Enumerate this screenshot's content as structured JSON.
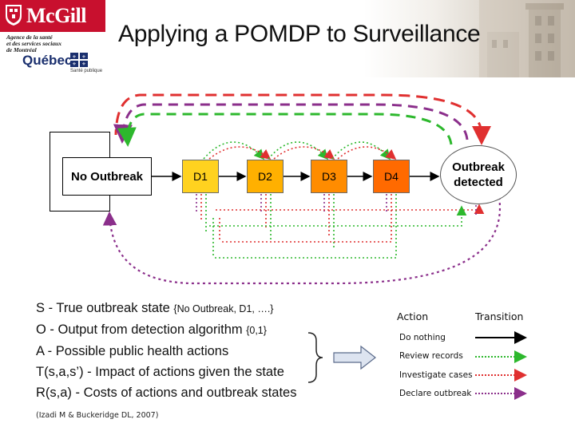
{
  "header": {
    "title": "Applying a POMDP to Surveillance",
    "logos": {
      "university": "McGill",
      "agency_lines": [
        "Agence de la santé",
        "et des services sociaux",
        "de Montréal"
      ],
      "province": "Québec",
      "program": "Santé publique"
    }
  },
  "diagram": {
    "states": [
      {
        "label": "No Outbreak",
        "color": "#ffffff"
      },
      {
        "label": "D1",
        "color": "#ffd21f"
      },
      {
        "label": "D2",
        "color": "#ffb000"
      },
      {
        "label": "D3",
        "color": "#ff8c00"
      },
      {
        "label": "D4",
        "color": "#ff6a00"
      },
      {
        "label_lines": [
          "Outbreak",
          "detected"
        ],
        "color": "#ffffff"
      }
    ]
  },
  "definitions": [
    {
      "main": "S - True outbreak state ",
      "detail": "{No Outbreak, D1, ….}"
    },
    {
      "main": "O - Output from detection algorithm ",
      "detail": "{0,1}"
    },
    {
      "main": "A - Possible public health actions",
      "detail": ""
    },
    {
      "main": "T(s,a,s’) - Impact of actions given the state",
      "detail": ""
    },
    {
      "main": "R(s,a) - Costs of actions and outbreak states",
      "detail": ""
    }
  ],
  "citation": "(Izadi M & Buckeridge DL, 2007)",
  "legend": {
    "action_header": "Action",
    "transition_header": "Transition",
    "rows": [
      {
        "action": "Do nothing",
        "style": "solid",
        "color": "#000000"
      },
      {
        "action": "Review records",
        "style": "dotted",
        "color": "#2db82d"
      },
      {
        "action": "Investigate cases",
        "style": "dotted",
        "color": "#e03030"
      },
      {
        "action": "Declare outbreak",
        "style": "dotted",
        "color": "#8b2f8b"
      }
    ]
  },
  "colors": {
    "review": "#2db82d",
    "investigate": "#e03030",
    "declare": "#8b2f8b",
    "mcgill_red": "#c8102e"
  }
}
